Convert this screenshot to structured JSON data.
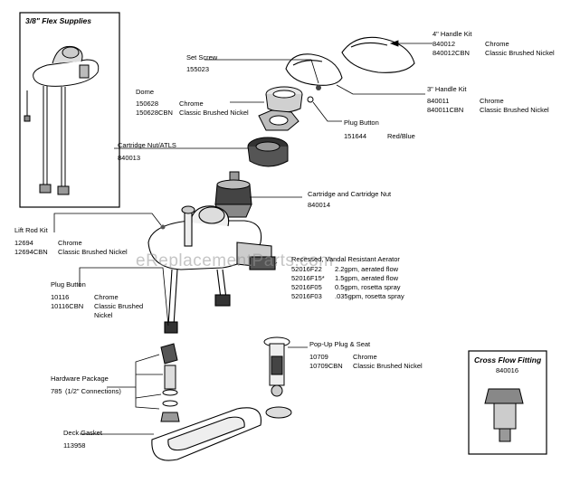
{
  "flex_supplies": {
    "title": "3/8\" Flex Supplies"
  },
  "cross_flow": {
    "title": "Cross Flow Fitting",
    "part": "840016"
  },
  "handle_kit_4": {
    "title": "4\" Handle Kit",
    "rows": [
      {
        "part": "840012",
        "finish": "Chrome"
      },
      {
        "part": "840012CBN",
        "finish": "Classic Brushed Nickel"
      }
    ]
  },
  "handle_kit_3": {
    "title": "3\" Handle Kit",
    "rows": [
      {
        "part": "840011",
        "finish": "Chrome"
      },
      {
        "part": "840011CBN",
        "finish": "Classic Brushed Nickel"
      }
    ]
  },
  "set_screw": {
    "title": "Set Screw",
    "part": "155023"
  },
  "dome": {
    "title": "Dome",
    "rows": [
      {
        "part": "150628",
        "finish": "Chrome"
      },
      {
        "part": "150628CBN",
        "finish": "Classic Brushed Nickel"
      }
    ]
  },
  "plug_button_top": {
    "title": "Plug Button",
    "part": "151644",
    "finish": "Red/Blue"
  },
  "cartridge_nut": {
    "title": "Cartridge Nut/ATLS",
    "part": "840013"
  },
  "cartridge": {
    "title": "Cartridge and Cartridge Nut",
    "part": "840014"
  },
  "lift_rod": {
    "title": "Lift Rod Kit",
    "rows": [
      {
        "part": "12694",
        "finish": "Chrome"
      },
      {
        "part": "12694CBN",
        "finish": "Classic Brushed Nickel"
      }
    ]
  },
  "aerator": {
    "title": "Recessed, Vandal Resistant Aerator",
    "rows": [
      {
        "part": "52016F22",
        "flow": "2.2gpm, aerated flow"
      },
      {
        "part": "52016F15*",
        "flow": "1.5gpm, aerated flow"
      },
      {
        "part": "52016F05",
        "flow": "0.5gpm, rosetta spray"
      },
      {
        "part": "52016F03",
        "flow": ".035gpm, rosetta spray"
      }
    ]
  },
  "plug_button_bottom": {
    "title": "Plug Button",
    "rows": [
      {
        "part": "10116",
        "finish": "Chrome"
      },
      {
        "part": "10116CBN",
        "finish": "Classic Brushed"
      }
    ],
    "extra": "Nickel"
  },
  "popup": {
    "title": "Pop-Up Plug & Seat",
    "rows": [
      {
        "part": "10709",
        "finish": "Chrome"
      },
      {
        "part": "10709CBN",
        "finish": "Classic Brushed Nickel"
      }
    ]
  },
  "hardware": {
    "title": "Hardware Package",
    "part": "785",
    "note": "(1/2\" Connections)"
  },
  "deck_gasket": {
    "title": "Deck Gasket",
    "part": "113958"
  },
  "watermark": "eReplacementParts.com"
}
